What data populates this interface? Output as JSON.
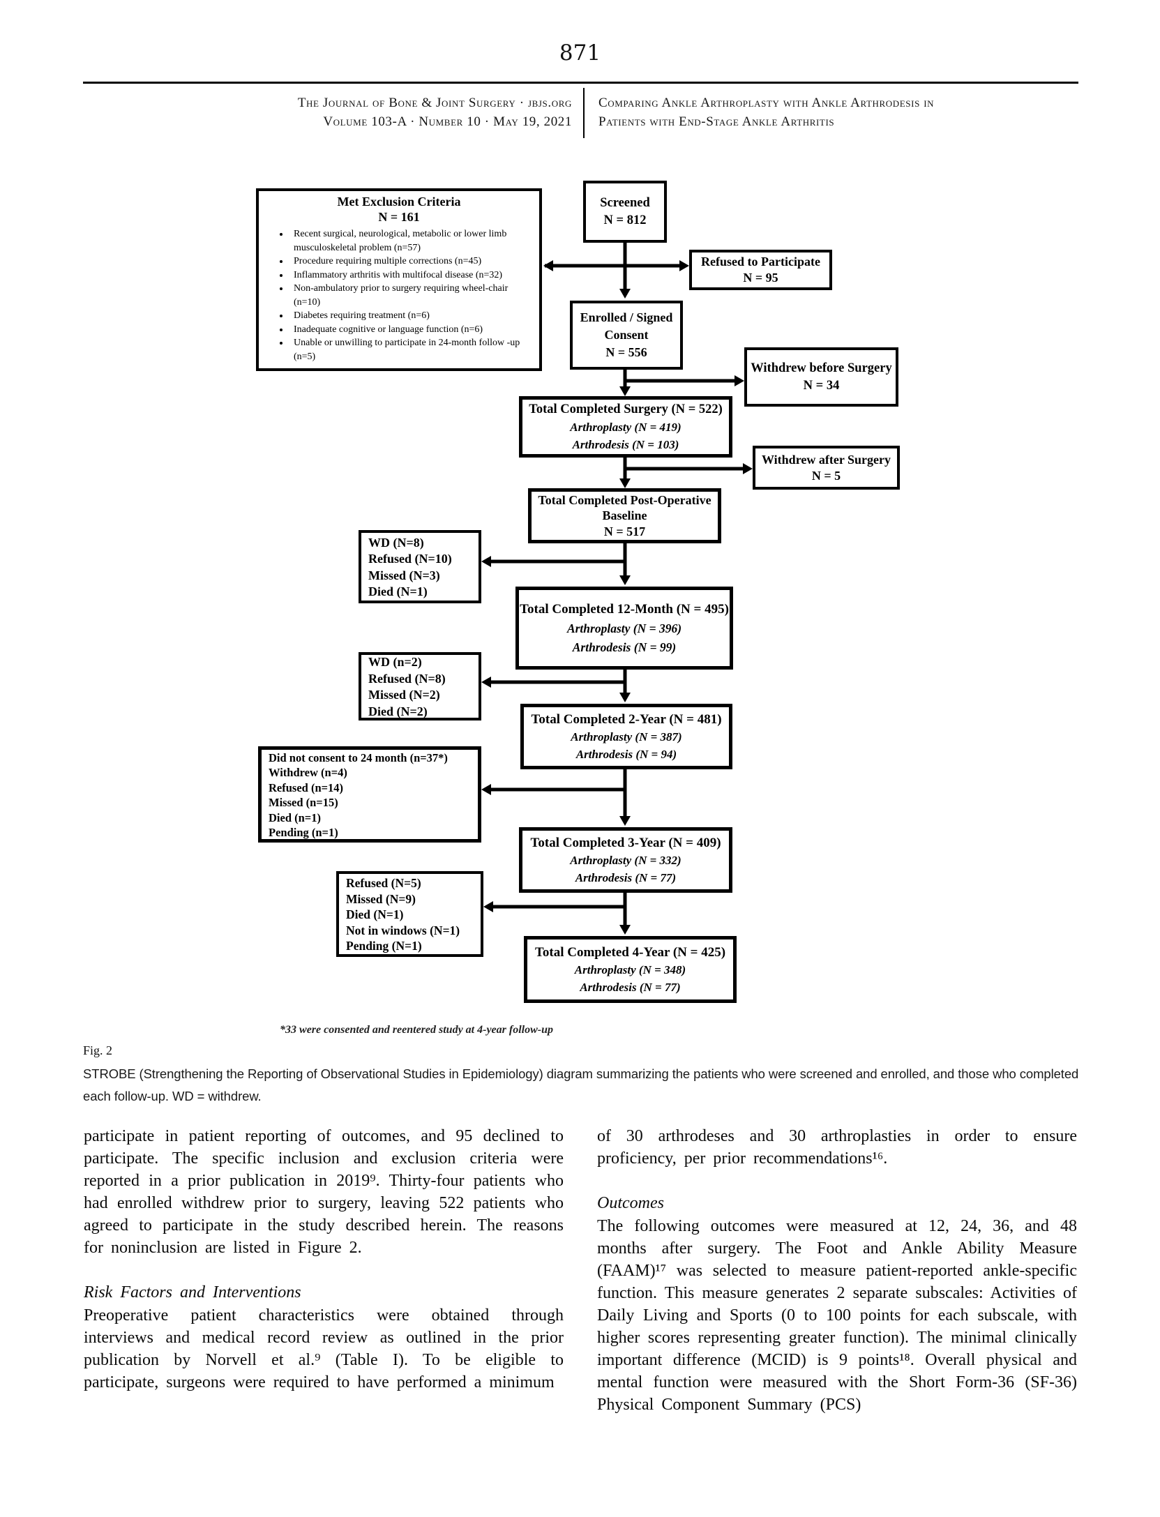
{
  "page": {
    "number": "871"
  },
  "header": {
    "journal_line1": "The Journal of Bone & Joint Surgery · jbjs.org",
    "journal_line2": "Volume 103-A · Number 10 · May 19, 2021",
    "article_line1": "Comparing Ankle Arthroplasty with Ankle Arthrodesis in",
    "article_line2": "Patients with End-Stage Ankle Arthritis"
  },
  "flowchart": {
    "exclusion": {
      "title": "Met Exclusion Criteria",
      "n": "N = 161",
      "items": [
        "Recent surgical, neurological, metabolic or lower limb musculoskeletal problem (n=57)",
        "Procedure requiring multiple corrections (n=45)",
        "Inflammatory arthritis with multifocal disease (n=32)",
        "Non-ambulatory prior to surgery requiring wheel-chair (n=10)",
        "Diabetes requiring treatment (n=6)",
        "Inadequate cognitive or language function (n=6)",
        "Unable or unwilling to participate in 24-month follow -up (n=5)"
      ]
    },
    "screened": {
      "title": "Screened",
      "n": "N = 812"
    },
    "refused": {
      "title": "Refused to Participate",
      "n": "N = 95"
    },
    "enrolled": {
      "title": "Enrolled / Signed Consent",
      "n": "N = 556"
    },
    "withdrew_before": {
      "title": "Withdrew before Surgery",
      "n": "N = 34"
    },
    "surgery": {
      "title": "Total Completed Surgery (N = 522)",
      "sub1": "Arthroplasty (N = 419)",
      "sub2": "Arthrodesis (N = 103)"
    },
    "withdrew_after": {
      "title": "Withdrew after Surgery",
      "n": "N = 5"
    },
    "baseline": {
      "title": "Total Completed Post-Operative Baseline",
      "n": "N = 517"
    },
    "wd12": {
      "lines": [
        "WD (N=8)",
        "Refused (N=10)",
        "Missed (N=3)",
        "Died (N=1)"
      ]
    },
    "month12": {
      "title": "Total Completed 12-Month (N = 495)",
      "sub1": "Arthroplasty (N = 396)",
      "sub2": "Arthrodesis (N = 99)"
    },
    "wd24": {
      "lines": [
        "WD (n=2)",
        "Refused (N=8)",
        "Missed (N=2)",
        "Died (N=2)"
      ]
    },
    "year2": {
      "title": "Total Completed 2-Year (N = 481)",
      "sub1": "Arthroplasty (N = 387)",
      "sub2": "Arthrodesis (N = 94)"
    },
    "noconsent": {
      "lines": [
        "Did not consent to 24 month (n=37*)",
        "Withdrew (n=4)",
        "Refused (n=14)",
        "Missed (n=15)",
        "Died (n=1)",
        "Pending (n=1)"
      ]
    },
    "year3": {
      "title": "Total Completed 3-Year (N = 409)",
      "sub1": "Arthroplasty (N = 332)",
      "sub2": "Arthrodesis (N = 77)"
    },
    "refused4": {
      "lines": [
        "Refused (N=5)",
        "Missed (N=9)",
        "Died (N=1)",
        "Not in windows (N=1)",
        "Pending (N=1)"
      ]
    },
    "year4": {
      "title": "Total Completed 4-Year (N = 425)",
      "sub1": "Arthroplasty (N = 348)",
      "sub2": "Arthrodesis (N = 77)"
    },
    "footnote": "*33 were consented and reentered study at 4-year follow-up"
  },
  "figure": {
    "label": "Fig. 2",
    "caption": "STROBE (Strengthening the Reporting of Observational Studies in Epidemiology) diagram summarizing the patients who were screened and enrolled, and those who completed each follow-up. WD = withdrew."
  },
  "body": {
    "left": {
      "para1": "participate in patient reporting of outcomes, and 95 declined to participate. The specific inclusion and exclusion criteria were reported in a prior publication in 2019⁹. Thirty-four patients who had enrolled withdrew prior to surgery, leaving 522 patients who agreed to participate in the study described herein. The reasons for noninclusion are listed in Figure 2.",
      "heading": "Risk Factors and Interventions",
      "para2": "Preoperative patient characteristics were obtained through interviews and medical record review as outlined in the prior publication by Norvell et al.⁹ (Table I). To be eligible to participate, surgeons were required to have performed a minimum"
    },
    "right": {
      "para1": "of 30 arthrodeses and 30 arthroplasties in order to ensure proficiency, per prior recommendations¹⁶.",
      "heading": "Outcomes",
      "para2": "The following outcomes were measured at 12, 24, 36, and 48 months after surgery. The Foot and Ankle Ability Measure (FAAM)¹⁷ was selected to measure patient-reported ankle-specific function. This measure generates 2 separate subscales: Activities of Daily Living and Sports (0 to 100 points for each subscale, with higher scores representing greater function). The minimal clinically important difference (MCID) is 9 points¹⁸. Overall physical and mental function were measured with the Short Form-36 (SF-36) Physical Component Summary (PCS)"
    }
  }
}
